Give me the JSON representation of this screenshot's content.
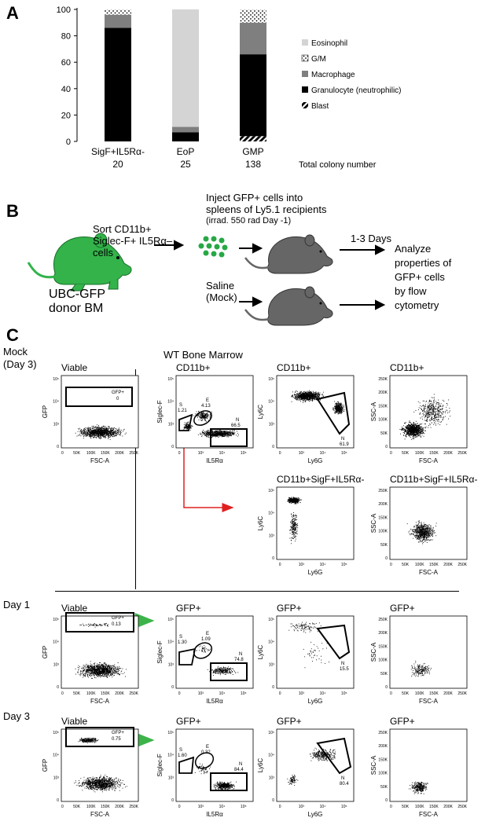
{
  "panels": {
    "a": "A",
    "b": "B",
    "c": "C"
  },
  "chart_data": {
    "type": "bar",
    "stacked": true,
    "categories": [
      "SigF+IL5Rα-",
      "EoP",
      "GMP"
    ],
    "colony_numbers": [
      "20",
      "25",
      "138"
    ],
    "colony_label": "Total colony number",
    "ylim": [
      0,
      100
    ],
    "yticks": [
      "0",
      "20",
      "40",
      "60",
      "80",
      "100"
    ],
    "legend_position": "right",
    "series": [
      {
        "name": "Blast",
        "color": "#000000",
        "pattern": "hatch",
        "values": [
          0,
          0,
          4
        ]
      },
      {
        "name": "Granulocyte (neutrophilic)",
        "color": "#000000",
        "values": [
          86,
          7,
          62
        ]
      },
      {
        "name": "Macrophage",
        "color": "#7f7f7f",
        "values": [
          10,
          4,
          24
        ]
      },
      {
        "name": "G/M",
        "color": "#ffffff",
        "pattern": "dots",
        "values": [
          4,
          0,
          10
        ]
      },
      {
        "name": "Eosinophil",
        "color": "#d4d4d4",
        "values": [
          0,
          89,
          0
        ]
      }
    ],
    "legend_order": [
      "Eosinophil",
      "G/M",
      "Macrophage",
      "Granulocyte (neutrophilic)",
      "Blast"
    ]
  },
  "panel_b": {
    "sort_text": [
      "Sort CD11b+",
      "Siglec-F+ IL5Rα–",
      "cells"
    ],
    "donor_text": [
      "UBC-GFP",
      "donor BM"
    ],
    "inject_text": [
      "Inject GFP+ cells into",
      "spleens of Ly5.1 recipients"
    ],
    "irrad_text": "(irrad. 550 rad Day -1)",
    "days_text": "1-3 Days",
    "saline_text": [
      "Saline",
      "(Mock)"
    ],
    "analyze_text": [
      "Analyze",
      "properties of",
      "GFP+ cells",
      "by flow",
      "cytometry"
    ]
  },
  "panel_c": {
    "mock_label": [
      "Mock",
      "(Day 3)"
    ],
    "wt_label": "WT Bone Marrow",
    "day1_label": "Day 1",
    "day3_label": "Day 3",
    "axes": {
      "gfp": "GFP",
      "fsc": "FSC-A",
      "siglec": "Siglec-F",
      "il5r": "IL5Rα",
      "ly6c": "Ly6C",
      "ly6g": "Ly6G",
      "ssc": "SSC-A"
    },
    "plot_titles": {
      "viable": "Viable",
      "cd11b": "CD11b+",
      "cd11b_sig": "CD11b+SigF+IL5Rα-",
      "gfp": "GFP+"
    },
    "gates": {
      "mock_gfp": "GFP+",
      "mock_gfp_val": "0",
      "mock_s": "S",
      "mock_s_val": "1.21",
      "mock_e": "E",
      "mock_e_val": "4.13",
      "mock_n": "N",
      "mock_n_val": "66.5",
      "mock_ly6_n": "N",
      "mock_ly6_val": "61.9",
      "d1_gfp": "GFP+",
      "d1_gfp_val": "0.13",
      "d1_s": "S",
      "d1_s_val": "1.30",
      "d1_e": "E",
      "d1_e_val": "1.09",
      "d1_n": "N",
      "d1_n_val": "74.8",
      "d1_ly6_n": "N",
      "d1_ly6_val": "15.5",
      "d3_gfp": "GFP+",
      "d3_gfp_val": "0.75",
      "d3_s": "S",
      "d3_s_val": "1.60",
      "d3_e": "E",
      "d3_e_val": "0.32",
      "d3_n": "N",
      "d3_n_val": "84.4",
      "d3_ly6_n": "N",
      "d3_ly6_val": "80.4"
    },
    "log_ticks": [
      "0",
      "10³",
      "10⁴",
      "10⁵"
    ],
    "log_ticks_y": [
      "10⁵",
      "10⁴",
      "10³",
      "0"
    ],
    "fsc_ticks": [
      "0",
      "50K",
      "100K",
      "150K",
      "200K",
      "250K"
    ],
    "ssc_ticks": [
      "250K",
      "200K",
      "150K",
      "100K",
      "50K",
      "0"
    ]
  }
}
